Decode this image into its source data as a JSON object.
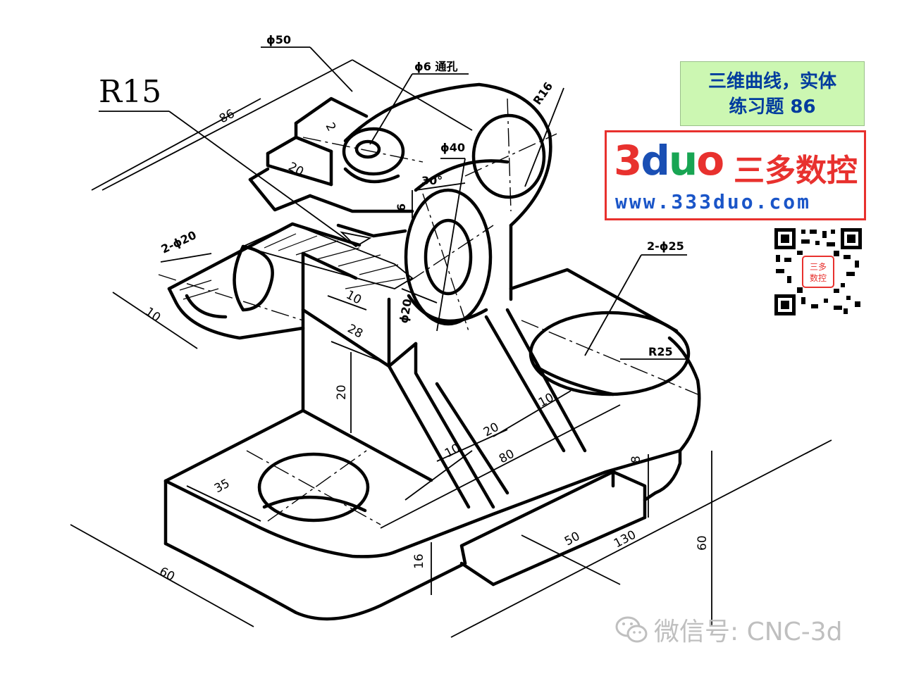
{
  "callout": {
    "label": "R15"
  },
  "dimensions": {
    "d50": "ϕ50",
    "d6": "ϕ6 通孔",
    "r16": "R16",
    "len86": "86",
    "two": "2",
    "len20_top": "20",
    "d40": "ϕ40",
    "ang30": "30°",
    "six": "6",
    "two_d20": "2-ϕ20",
    "len10_left": "10",
    "len10_mid": "10",
    "d20": "ϕ20",
    "len28": "28",
    "len20_height": "20",
    "two_d25": "2-ϕ25",
    "r25": "R25",
    "len10_right": "10",
    "len20_rib": "20",
    "len10_rib": "10",
    "len80": "80",
    "len8": "8",
    "len35": "35",
    "len50": "50",
    "len130": "130",
    "len16": "16",
    "len60_left": "60",
    "len60_right": "60"
  },
  "title_box": {
    "line1": "三维曲线，实体",
    "line2": "练习题 86"
  },
  "logo": {
    "mark_3": "3",
    "mark_d": "d",
    "mark_u": "u",
    "mark_o": "o",
    "brand_cn": "三多数控",
    "url": "www.333duo.com"
  },
  "qr": {
    "center_text_1": "三多",
    "center_text_2": "数控"
  },
  "watermark": {
    "text": "微信号: CNC-3d"
  },
  "colors": {
    "title_bg": "#ccf7b2",
    "title_text": "#003c9e",
    "logo_red": "#e8312e",
    "logo_blue": "#1a55c8",
    "logo_green": "#18a553",
    "watermark_gray": "#bfbfbf"
  }
}
